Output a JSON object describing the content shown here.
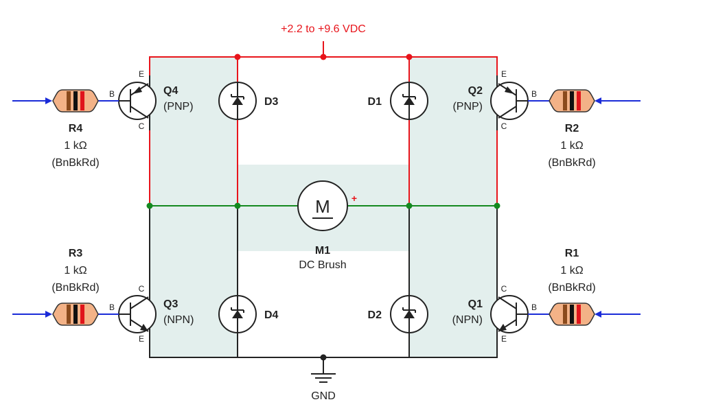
{
  "supply": {
    "label": "+2.2 to +9.6 VDC"
  },
  "ground": {
    "label": "GND"
  },
  "motor": {
    "designator": "M1",
    "type": "DC Brush",
    "symbol": "M",
    "polarity": "+"
  },
  "transistors": [
    {
      "designator": "Q4",
      "kind": "(PNP)",
      "pin_b": "B",
      "pin_c": "C",
      "pin_e": "E"
    },
    {
      "designator": "Q2",
      "kind": "(PNP)",
      "pin_b": "B",
      "pin_c": "C",
      "pin_e": "E"
    },
    {
      "designator": "Q3",
      "kind": "(NPN)",
      "pin_b": "B",
      "pin_c": "C",
      "pin_e": "E"
    },
    {
      "designator": "Q1",
      "kind": "(NPN)",
      "pin_b": "B",
      "pin_c": "C",
      "pin_e": "E"
    }
  ],
  "diodes": [
    {
      "designator": "D3"
    },
    {
      "designator": "D1"
    },
    {
      "designator": "D4"
    },
    {
      "designator": "D2"
    }
  ],
  "resistors": [
    {
      "designator": "R4",
      "value": "1 kΩ",
      "code": "(BnBkRd)"
    },
    {
      "designator": "R2",
      "value": "1 kΩ",
      "code": "(BnBkRd)"
    },
    {
      "designator": "R3",
      "value": "1 kΩ",
      "code": "(BnBkRd)"
    },
    {
      "designator": "R1",
      "value": "1 kΩ",
      "code": "(BnBkRd)"
    }
  ],
  "colors": {
    "supply_wire": "#e8141b",
    "motor_wire": "#14891f",
    "ground_wire": "#222222",
    "input_wire": "#1a2bd8",
    "panel": "#e3efed",
    "resistor_body": "#f3b287",
    "band_brown": "#8a4a1c",
    "band_black": "#111111",
    "band_red": "#e0141b"
  }
}
